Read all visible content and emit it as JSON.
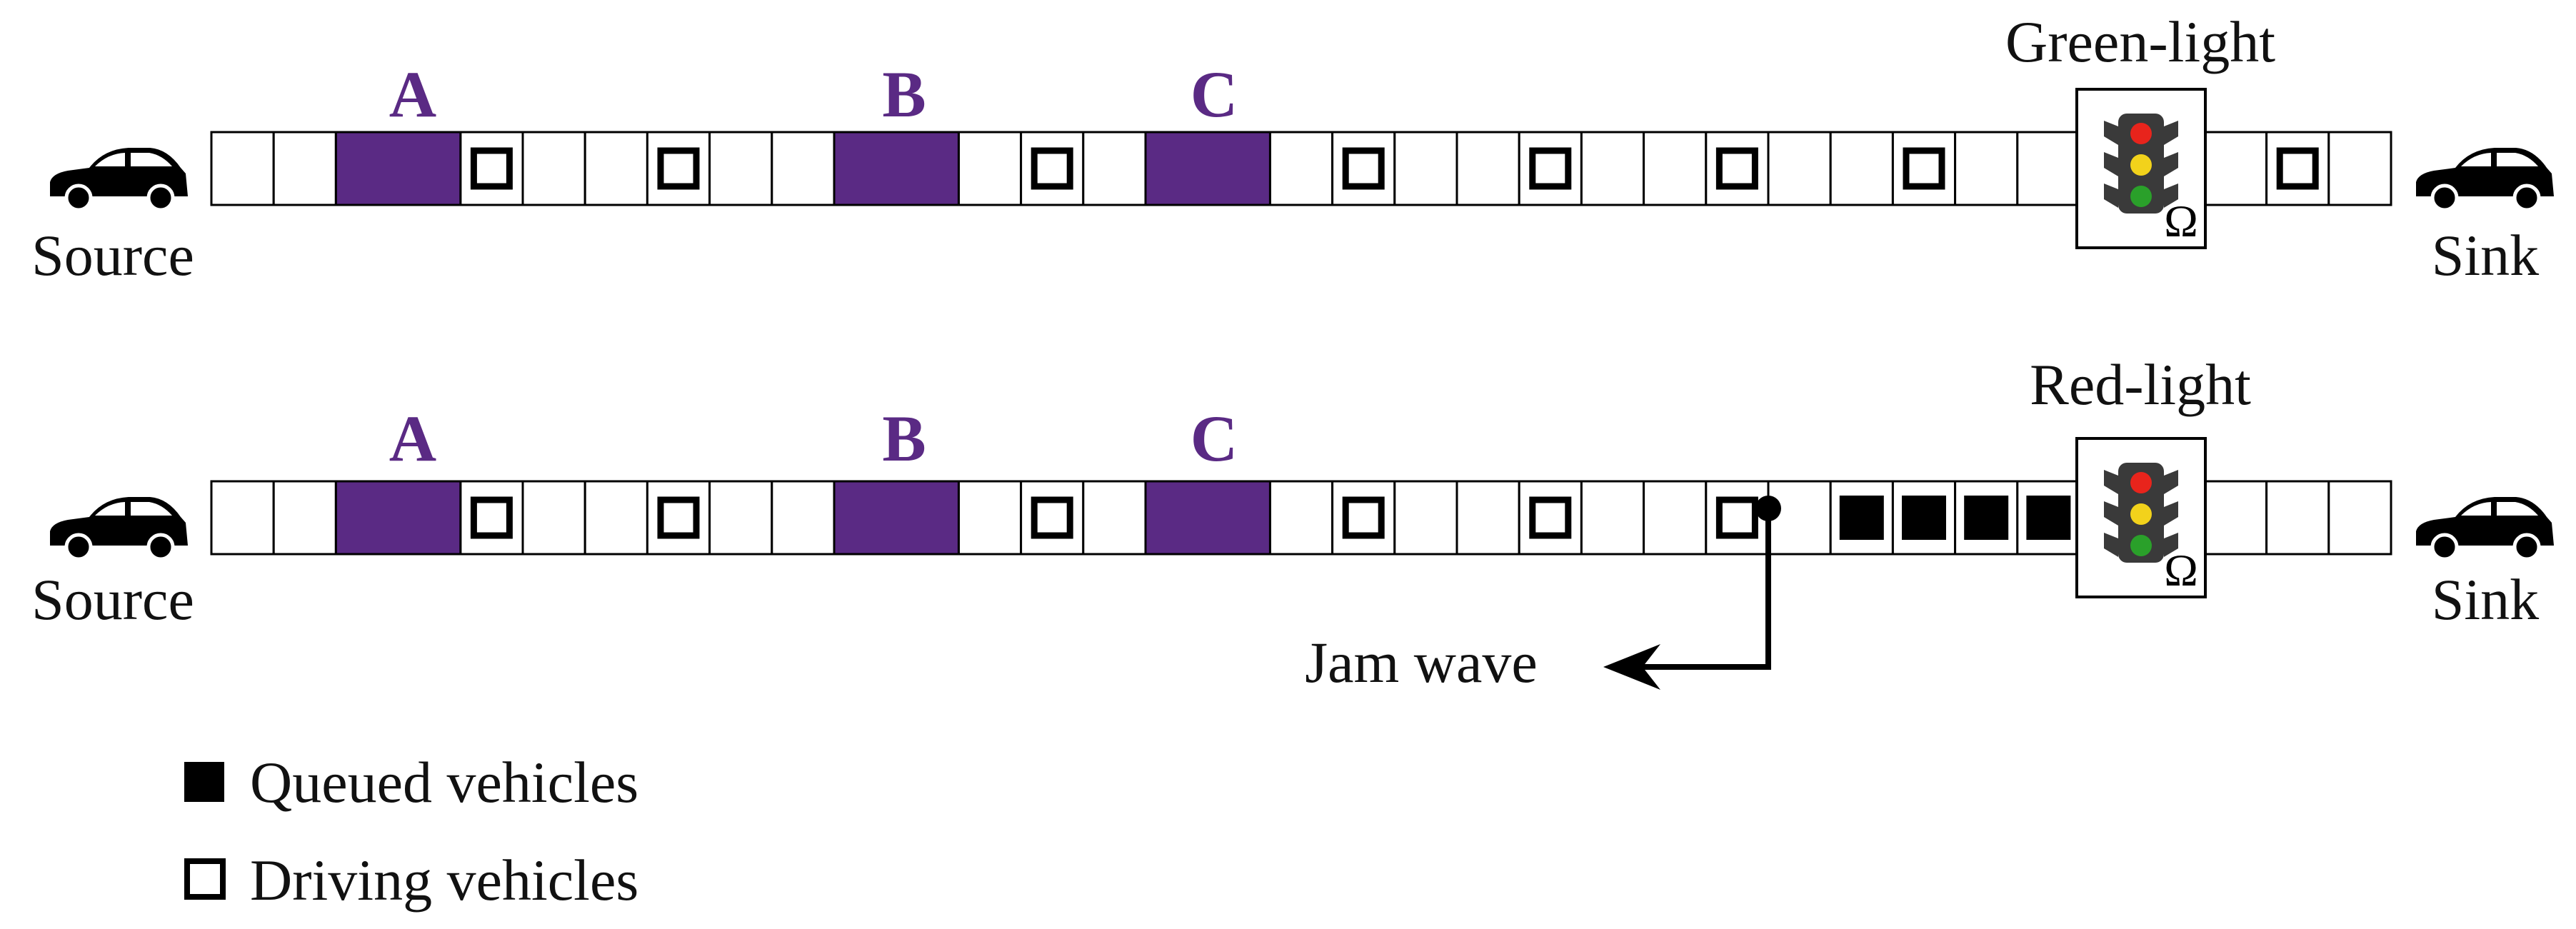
{
  "colors": {
    "stroke": "#000000",
    "section": "#5a2a84",
    "queued": "#000000",
    "light_red": "#e8241c",
    "light_yellow": "#f2d21b",
    "light_green": "#2aa02a",
    "light_body": "#3a3a3a"
  },
  "rows": [
    {
      "id": "green",
      "source_label": "Source",
      "sink_label": "Sink",
      "light_label": "Green-light",
      "omega": "Ω",
      "sections": [
        {
          "label": "A",
          "cells": [
            2,
            3
          ]
        },
        {
          "label": "B",
          "cells": [
            10,
            11
          ]
        },
        {
          "label": "C",
          "cells": [
            15,
            16
          ]
        }
      ],
      "driving_cells": [
        4,
        7,
        13,
        18,
        21,
        24,
        27,
        33
      ],
      "queued_cells": [],
      "signal_cells": [
        30,
        31
      ],
      "total_cells": 35,
      "jam_wave": null
    },
    {
      "id": "red",
      "source_label": "Source",
      "sink_label": "Sink",
      "light_label": "Red-light",
      "omega": "Ω",
      "sections": [
        {
          "label": "A",
          "cells": [
            2,
            3
          ]
        },
        {
          "label": "B",
          "cells": [
            10,
            11
          ]
        },
        {
          "label": "C",
          "cells": [
            15,
            16
          ]
        }
      ],
      "driving_cells": [
        4,
        7,
        13,
        18,
        21,
        24
      ],
      "queued_cells": [
        26,
        27,
        28,
        29
      ],
      "signal_cells": [
        30,
        31
      ],
      "total_cells": 35,
      "jam_wave": {
        "label": "Jam wave",
        "cell_boundary": 25
      }
    }
  ],
  "legend": {
    "queued_label": "Queued vehicles",
    "driving_label": "Driving vehicles"
  },
  "icons": {
    "car": "car-icon",
    "traffic_light": "traffic-light-icon",
    "queued": "filled-square-icon",
    "driving": "hollow-square-icon"
  }
}
